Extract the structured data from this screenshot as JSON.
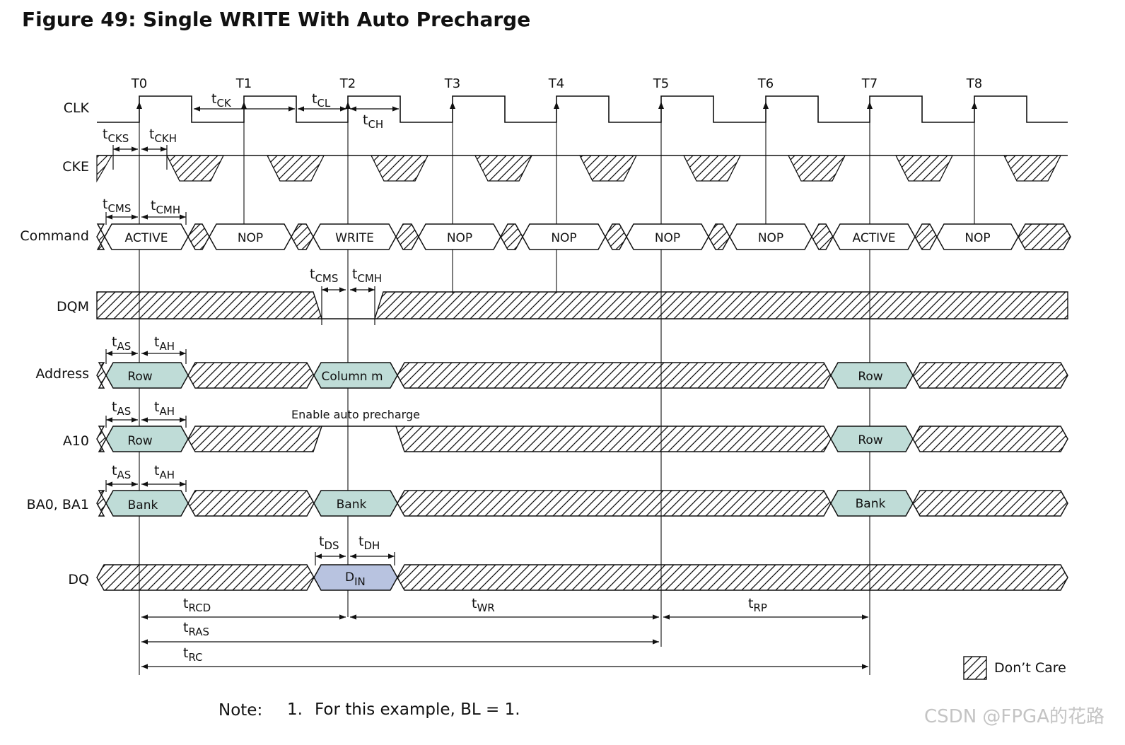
{
  "title": "Figure 49: Single WRITE With Auto Precharge",
  "colors": {
    "valid_fill": "#bfdcd7",
    "din_fill": "#b8c3e0",
    "line": "#111111"
  },
  "clock_labels": [
    "T0",
    "T1",
    "T2",
    "T3",
    "T4",
    "T5",
    "T6",
    "T7",
    "T8"
  ],
  "signals": {
    "clk": "CLK",
    "cke": "CKE",
    "command": "Command",
    "dqm": "DQM",
    "address": "Address",
    "a10": "A10",
    "ba": "BA0, BA1",
    "dq": "DQ"
  },
  "commands": [
    "ACTIVE",
    "NOP",
    "WRITE",
    "NOP",
    "NOP",
    "NOP",
    "NOP",
    "ACTIVE",
    "NOP"
  ],
  "address_values": [
    "Row",
    "Column m",
    "Row"
  ],
  "a10_values": [
    "Row",
    "Row"
  ],
  "a10_annotation": "Enable auto precharge",
  "ba_values": [
    "Bank",
    "Bank",
    "Bank"
  ],
  "dq_value": {
    "main": "D",
    "sub": "IN"
  },
  "timing": {
    "tck": {
      "t": "t",
      "sub": "CK"
    },
    "tcl": {
      "t": "t",
      "sub": "CL"
    },
    "tch": {
      "t": "t",
      "sub": "CH"
    },
    "tcks": {
      "t": "t",
      "sub": "CKS"
    },
    "tckh": {
      "t": "t",
      "sub": "CKH"
    },
    "tcms": {
      "t": "t",
      "sub": "CMS"
    },
    "tcmh": {
      "t": "t",
      "sub": "CMH"
    },
    "tas": {
      "t": "t",
      "sub": "AS"
    },
    "tah": {
      "t": "t",
      "sub": "AH"
    },
    "tds": {
      "t": "t",
      "sub": "DS"
    },
    "tdh": {
      "t": "t",
      "sub": "DH"
    },
    "trcd": {
      "t": "t",
      "sub": "RCD"
    },
    "twr": {
      "t": "t",
      "sub": "WR"
    },
    "trp": {
      "t": "t",
      "sub": "RP"
    },
    "tras": {
      "t": "t",
      "sub": "RAS"
    },
    "trc": {
      "t": "t",
      "sub": "RC"
    }
  },
  "legend": "Don’t Care",
  "note": {
    "prefix": "Note:",
    "number": "1.",
    "text": "For this example, BL = 1."
  },
  "watermark": "CSDN @FPGA的花路"
}
